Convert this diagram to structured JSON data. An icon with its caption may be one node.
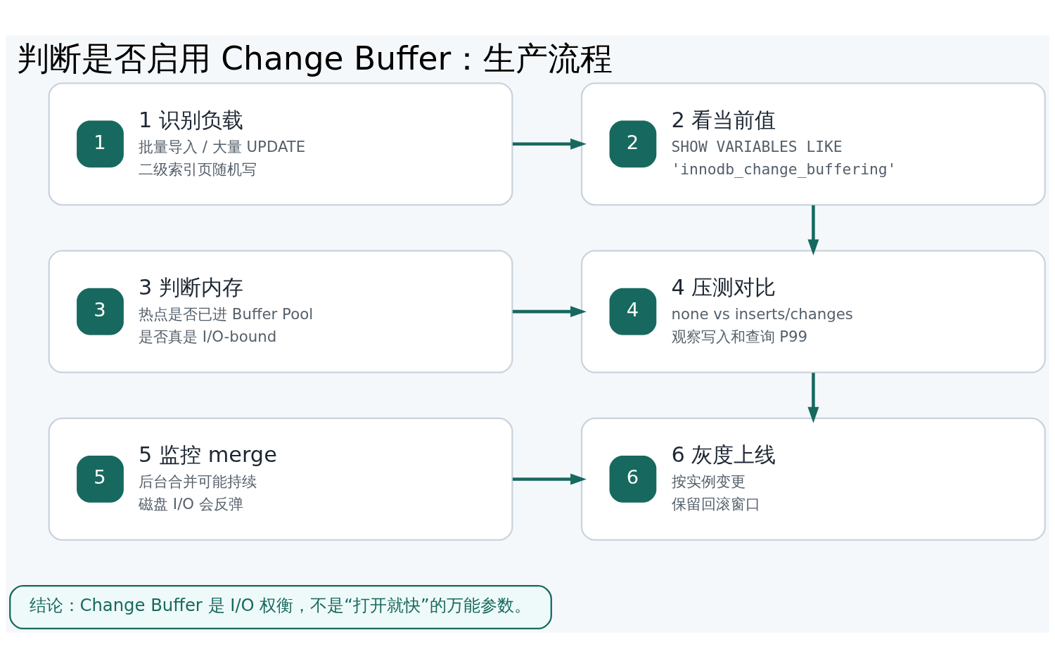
{
  "diagram": {
    "title": "判断是否启用 Change Buffer：生产流程",
    "nodes": [
      {
        "text": [
          "1",
          "1 识别负载",
          "批量导入 / 大量 UPDATE",
          "二级索引页随机写"
        ]
      },
      {
        "text": [
          "2",
          "2 看当前值",
          "SHOW VARIABLES LIKE",
          "'innodb_change_buffering'"
        ]
      },
      {
        "text": [
          "3",
          "3 判断内存",
          "热点是否已进 Buffer Pool",
          "是否真是 I/O-bound"
        ]
      },
      {
        "text": [
          "4",
          "4 压测对比",
          "none vs inserts/changes",
          "观察写入和查询 P99"
        ]
      },
      {
        "text": [
          "5",
          "5 监控 merge",
          "后台合并可能持续",
          "磁盘 I/O 会反弹"
        ]
      },
      {
        "text": [
          "6",
          "6 灰度上线",
          "按实例变更",
          "保留回滚窗口"
        ]
      },
      {
        "text": [
          "结论：Change Buffer 是 I/O 权衡，不是“打开就快”的万能参数。"
        ]
      }
    ],
    "edges": [
      {
        "from": 0,
        "to": 1,
        "arrow": "to"
      },
      {
        "from": 1,
        "to": 3,
        "arrow": "to"
      },
      {
        "from": 2,
        "to": 3,
        "arrow": "to"
      },
      {
        "from": 3,
        "to": 5,
        "arrow": "to"
      },
      {
        "from": 4,
        "to": 5,
        "arrow": "to"
      }
    ]
  }
}
